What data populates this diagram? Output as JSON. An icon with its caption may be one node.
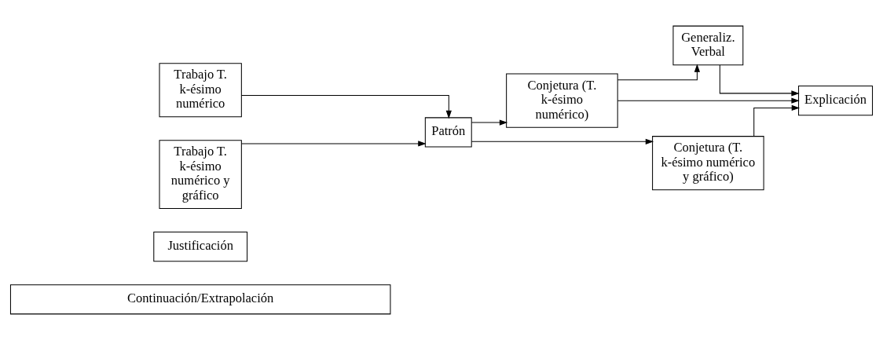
{
  "diagram": {
    "nodes": [
      {
        "text": [
          "Continuación/Extrapolación"
        ]
      },
      {
        "text": [
          "Justificación"
        ]
      },
      {
        "text": [
          "Trabajo T. k-ésimo numérico"
        ]
      },
      {
        "text": [
          "Trabajo T. k-ésimo numérico y gráfico"
        ]
      },
      {
        "text": [
          "Patrón"
        ]
      },
      {
        "text": [
          "Conjetura (T. k-ésimo numérico)"
        ]
      },
      {
        "text": [
          "Conjetura (T. k-ésimo numérico y gráfico)"
        ]
      },
      {
        "text": [
          "Generaliz. Verbal"
        ]
      },
      {
        "text": [
          "Explicación"
        ]
      }
    ],
    "edges": [
      {
        "from": 2,
        "to": 4,
        "arrow": "to"
      },
      {
        "from": 3,
        "to": 4,
        "arrow": "to"
      },
      {
        "from": 4,
        "to": 5,
        "arrow": "to"
      },
      {
        "from": 4,
        "to": 6,
        "arrow": "to"
      },
      {
        "from": 5,
        "to": 7,
        "arrow": "to"
      },
      {
        "from": 5,
        "to": 8,
        "arrow": "to"
      },
      {
        "from": 6,
        "to": 8,
        "arrow": "to"
      },
      {
        "from": 7,
        "to": 8,
        "arrow": "to"
      }
    ]
  }
}
